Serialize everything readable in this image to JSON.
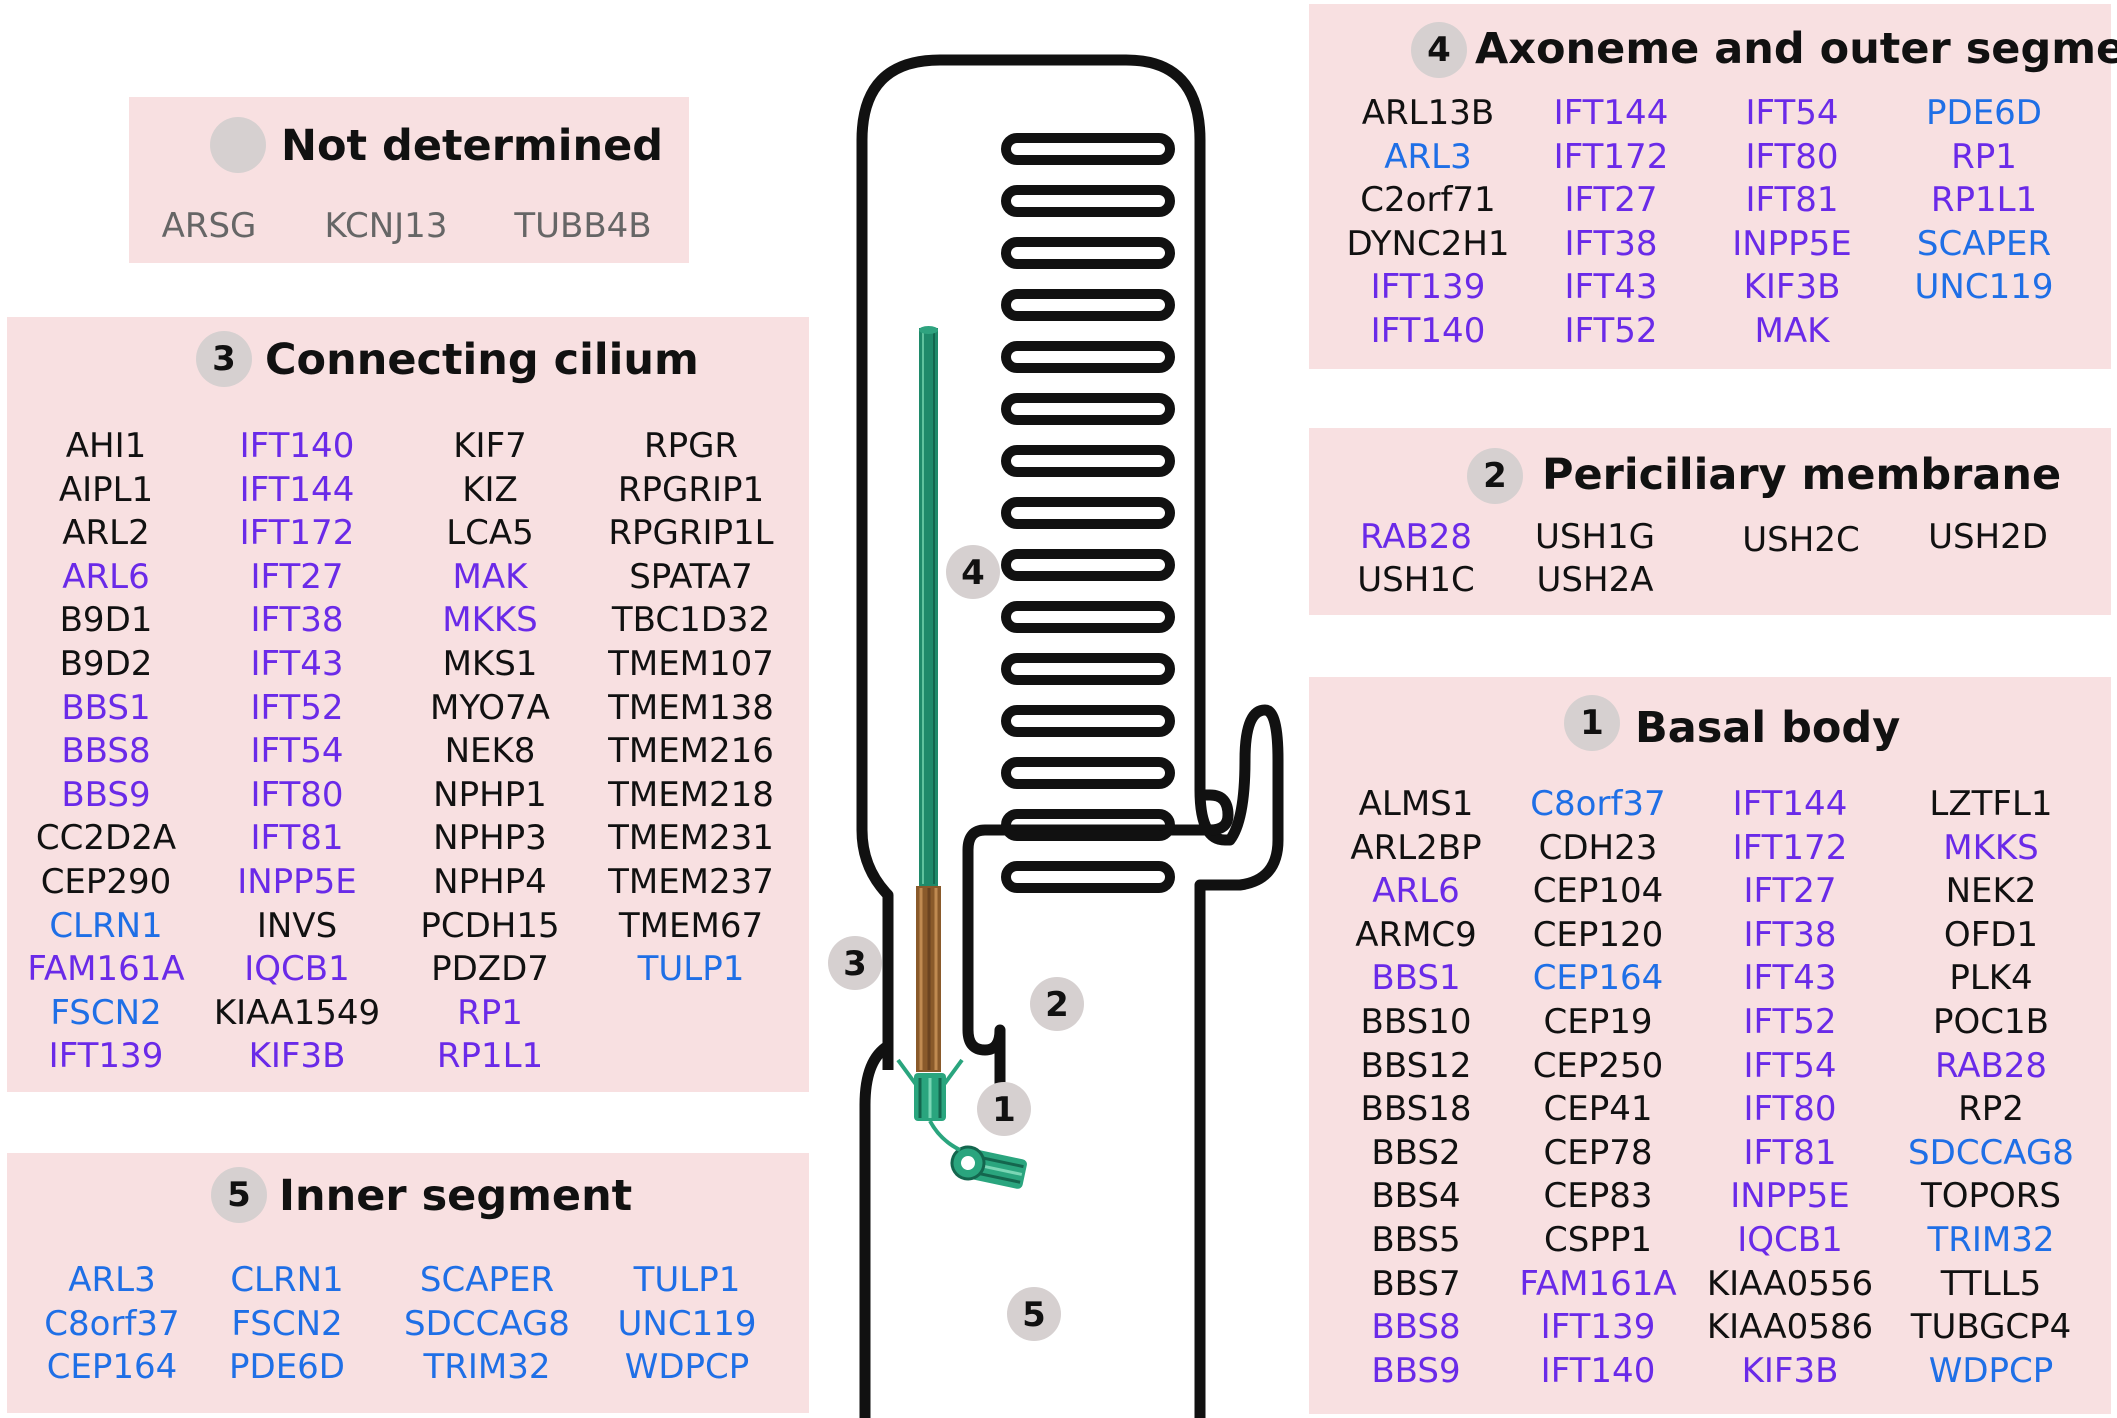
{
  "panels": {
    "not_determined": {
      "title": "Not determined",
      "genes": [
        {
          "t": "ARSG",
          "c": "gray"
        },
        {
          "t": "KCNJ13",
          "c": "gray"
        },
        {
          "t": "TUBB4B",
          "c": "gray"
        }
      ]
    },
    "connecting_cilium": {
      "badge": "3",
      "title": "Connecting cilium",
      "columns": [
        [
          {
            "t": "AHI1",
            "c": "black"
          },
          {
            "t": "AIPL1",
            "c": "black"
          },
          {
            "t": "ARL2",
            "c": "black"
          },
          {
            "t": "ARL6",
            "c": "purple"
          },
          {
            "t": "B9D1",
            "c": "black"
          },
          {
            "t": "B9D2",
            "c": "black"
          },
          {
            "t": "BBS1",
            "c": "purple"
          },
          {
            "t": "BBS8",
            "c": "purple"
          },
          {
            "t": "BBS9",
            "c": "purple"
          },
          {
            "t": "CC2D2A",
            "c": "black"
          },
          {
            "t": "CEP290",
            "c": "black"
          },
          {
            "t": "CLRN1",
            "c": "blue"
          },
          {
            "t": "FAM161A",
            "c": "purple"
          },
          {
            "t": "FSCN2",
            "c": "blue"
          },
          {
            "t": "IFT139",
            "c": "purple"
          }
        ],
        [
          {
            "t": "IFT140",
            "c": "purple"
          },
          {
            "t": "IFT144",
            "c": "purple"
          },
          {
            "t": "IFT172",
            "c": "purple"
          },
          {
            "t": "IFT27",
            "c": "purple"
          },
          {
            "t": "IFT38",
            "c": "purple"
          },
          {
            "t": "IFT43",
            "c": "purple"
          },
          {
            "t": "IFT52",
            "c": "purple"
          },
          {
            "t": "IFT54",
            "c": "purple"
          },
          {
            "t": "IFT80",
            "c": "purple"
          },
          {
            "t": "IFT81",
            "c": "purple"
          },
          {
            "t": "INPP5E",
            "c": "purple"
          },
          {
            "t": "INVS",
            "c": "black"
          },
          {
            "t": "IQCB1",
            "c": "purple"
          },
          {
            "t": "KIAA1549",
            "c": "black"
          },
          {
            "t": "KIF3B",
            "c": "purple"
          }
        ],
        [
          {
            "t": "KIF7",
            "c": "black"
          },
          {
            "t": "KIZ",
            "c": "black"
          },
          {
            "t": "LCA5",
            "c": "black"
          },
          {
            "t": "MAK",
            "c": "purple"
          },
          {
            "t": "MKKS",
            "c": "purple"
          },
          {
            "t": "MKS1",
            "c": "black"
          },
          {
            "t": "MYO7A",
            "c": "black"
          },
          {
            "t": "NEK8",
            "c": "black"
          },
          {
            "t": "NPHP1",
            "c": "black"
          },
          {
            "t": "NPHP3",
            "c": "black"
          },
          {
            "t": "NPHP4",
            "c": "black"
          },
          {
            "t": "PCDH15",
            "c": "black"
          },
          {
            "t": "PDZD7",
            "c": "black"
          },
          {
            "t": "RP1",
            "c": "purple"
          },
          {
            "t": "RP1L1",
            "c": "purple"
          }
        ],
        [
          {
            "t": "RPGR",
            "c": "black"
          },
          {
            "t": "RPGRIP1",
            "c": "black"
          },
          {
            "t": "RPGRIP1L",
            "c": "black"
          },
          {
            "t": "SPATA7",
            "c": "black"
          },
          {
            "t": "TBC1D32",
            "c": "black"
          },
          {
            "t": "TMEM107",
            "c": "black"
          },
          {
            "t": "TMEM138",
            "c": "black"
          },
          {
            "t": "TMEM216",
            "c": "black"
          },
          {
            "t": "TMEM218",
            "c": "black"
          },
          {
            "t": "TMEM231",
            "c": "black"
          },
          {
            "t": "TMEM237",
            "c": "black"
          },
          {
            "t": "TMEM67",
            "c": "black"
          },
          {
            "t": "TULP1",
            "c": "blue"
          }
        ]
      ]
    },
    "inner_segment": {
      "badge": "5",
      "title": "Inner segment",
      "columns": [
        [
          {
            "t": "ARL3",
            "c": "blue"
          },
          {
            "t": "C8orf37",
            "c": "blue"
          },
          {
            "t": "CEP164",
            "c": "blue"
          }
        ],
        [
          {
            "t": "CLRN1",
            "c": "blue"
          },
          {
            "t": "FSCN2",
            "c": "blue"
          },
          {
            "t": "PDE6D",
            "c": "blue"
          }
        ],
        [
          {
            "t": "SCAPER",
            "c": "blue"
          },
          {
            "t": "SDCCAG8",
            "c": "blue"
          },
          {
            "t": "TRIM32",
            "c": "blue"
          }
        ],
        [
          {
            "t": "TULP1",
            "c": "blue"
          },
          {
            "t": "UNC119",
            "c": "blue"
          },
          {
            "t": "WDPCP",
            "c": "blue"
          }
        ]
      ]
    },
    "axoneme": {
      "badge": "4",
      "title": "Axoneme and outer segment",
      "columns": [
        [
          {
            "t": "ARL13B",
            "c": "black"
          },
          {
            "t": "ARL3",
            "c": "blue"
          },
          {
            "t": "C2orf71",
            "c": "black"
          },
          {
            "t": "DYNC2H1",
            "c": "black"
          },
          {
            "t": "IFT139",
            "c": "purple"
          },
          {
            "t": "IFT140",
            "c": "purple"
          }
        ],
        [
          {
            "t": "IFT144",
            "c": "purple"
          },
          {
            "t": "IFT172",
            "c": "purple"
          },
          {
            "t": "IFT27",
            "c": "purple"
          },
          {
            "t": "IFT38",
            "c": "purple"
          },
          {
            "t": "IFT43",
            "c": "purple"
          },
          {
            "t": "IFT52",
            "c": "purple"
          }
        ],
        [
          {
            "t": "IFT54",
            "c": "purple"
          },
          {
            "t": "IFT80",
            "c": "purple"
          },
          {
            "t": "IFT81",
            "c": "purple"
          },
          {
            "t": "INPP5E",
            "c": "purple"
          },
          {
            "t": "KIF3B",
            "c": "purple"
          },
          {
            "t": "MAK",
            "c": "purple"
          }
        ],
        [
          {
            "t": "PDE6D",
            "c": "blue"
          },
          {
            "t": "RP1",
            "c": "purple"
          },
          {
            "t": "RP1L1",
            "c": "purple"
          },
          {
            "t": "SCAPER",
            "c": "blue"
          },
          {
            "t": "UNC119",
            "c": "blue"
          }
        ]
      ]
    },
    "periciliary": {
      "badge": "2",
      "title": "Periciliary membrane",
      "genes": [
        {
          "t": "RAB28",
          "c": "purple"
        },
        {
          "t": "USH1C",
          "c": "black"
        },
        {
          "t": "USH1G",
          "c": "black"
        },
        {
          "t": "USH2A",
          "c": "black"
        },
        {
          "t": "USH2C",
          "c": "black"
        },
        {
          "t": "USH2D",
          "c": "black"
        }
      ]
    },
    "basal_body": {
      "badge": "1",
      "title": "Basal body",
      "columns": [
        [
          {
            "t": "ALMS1",
            "c": "black"
          },
          {
            "t": "ARL2BP",
            "c": "black"
          },
          {
            "t": "ARL6",
            "c": "purple"
          },
          {
            "t": "ARMC9",
            "c": "black"
          },
          {
            "t": "BBS1",
            "c": "purple"
          },
          {
            "t": "BBS10",
            "c": "black"
          },
          {
            "t": "BBS12",
            "c": "black"
          },
          {
            "t": "BBS18",
            "c": "black"
          },
          {
            "t": "BBS2",
            "c": "black"
          },
          {
            "t": "BBS4",
            "c": "black"
          },
          {
            "t": "BBS5",
            "c": "black"
          },
          {
            "t": "BBS7",
            "c": "black"
          },
          {
            "t": "BBS8",
            "c": "purple"
          },
          {
            "t": "BBS9",
            "c": "purple"
          }
        ],
        [
          {
            "t": "C8orf37",
            "c": "blue"
          },
          {
            "t": "CDH23",
            "c": "black"
          },
          {
            "t": "CEP104",
            "c": "black"
          },
          {
            "t": "CEP120",
            "c": "black"
          },
          {
            "t": "CEP164",
            "c": "blue"
          },
          {
            "t": "CEP19",
            "c": "black"
          },
          {
            "t": "CEP250",
            "c": "black"
          },
          {
            "t": "CEP41",
            "c": "black"
          },
          {
            "t": "CEP78",
            "c": "black"
          },
          {
            "t": "CEP83",
            "c": "black"
          },
          {
            "t": "CSPP1",
            "c": "black"
          },
          {
            "t": "FAM161A",
            "c": "purple"
          },
          {
            "t": "IFT139",
            "c": "purple"
          },
          {
            "t": "IFT140",
            "c": "purple"
          }
        ],
        [
          {
            "t": "IFT144",
            "c": "purple"
          },
          {
            "t": "IFT172",
            "c": "purple"
          },
          {
            "t": "IFT27",
            "c": "purple"
          },
          {
            "t": "IFT38",
            "c": "purple"
          },
          {
            "t": "IFT43",
            "c": "purple"
          },
          {
            "t": "IFT52",
            "c": "purple"
          },
          {
            "t": "IFT54",
            "c": "purple"
          },
          {
            "t": "IFT80",
            "c": "purple"
          },
          {
            "t": "IFT81",
            "c": "purple"
          },
          {
            "t": "INPP5E",
            "c": "purple"
          },
          {
            "t": "IQCB1",
            "c": "purple"
          },
          {
            "t": "KIAA0556",
            "c": "black"
          },
          {
            "t": "KIAA0586",
            "c": "black"
          },
          {
            "t": "KIF3B",
            "c": "purple"
          }
        ],
        [
          {
            "t": "LZTFL1",
            "c": "black"
          },
          {
            "t": "MKKS",
            "c": "purple"
          },
          {
            "t": "NEK2",
            "c": "black"
          },
          {
            "t": "OFD1",
            "c": "black"
          },
          {
            "t": "PLK4",
            "c": "black"
          },
          {
            "t": "POC1B",
            "c": "black"
          },
          {
            "t": "RAB28",
            "c": "purple"
          },
          {
            "t": "RP2",
            "c": "black"
          },
          {
            "t": "SDCCAG8",
            "c": "blue"
          },
          {
            "t": "TOPORS",
            "c": "black"
          },
          {
            "t": "TRIM32",
            "c": "blue"
          },
          {
            "t": "TTLL5",
            "c": "black"
          },
          {
            "t": "TUBGCP4",
            "c": "black"
          },
          {
            "t": "WDPCP",
            "c": "blue"
          }
        ]
      ]
    }
  },
  "diagram_labels": {
    "l1": "1",
    "l2": "2",
    "l3": "3",
    "l4": "4",
    "l5": "5"
  },
  "colors": {
    "black": "#111111",
    "purple": "#6a2ae8",
    "blue": "#1f6fe6",
    "gray": "#666666",
    "panel_bg": "#f8e0e1",
    "badge_bg": "#d6d0d0",
    "axoneme": "#1f8a6a",
    "transition_zone": "#8a5a2b"
  }
}
